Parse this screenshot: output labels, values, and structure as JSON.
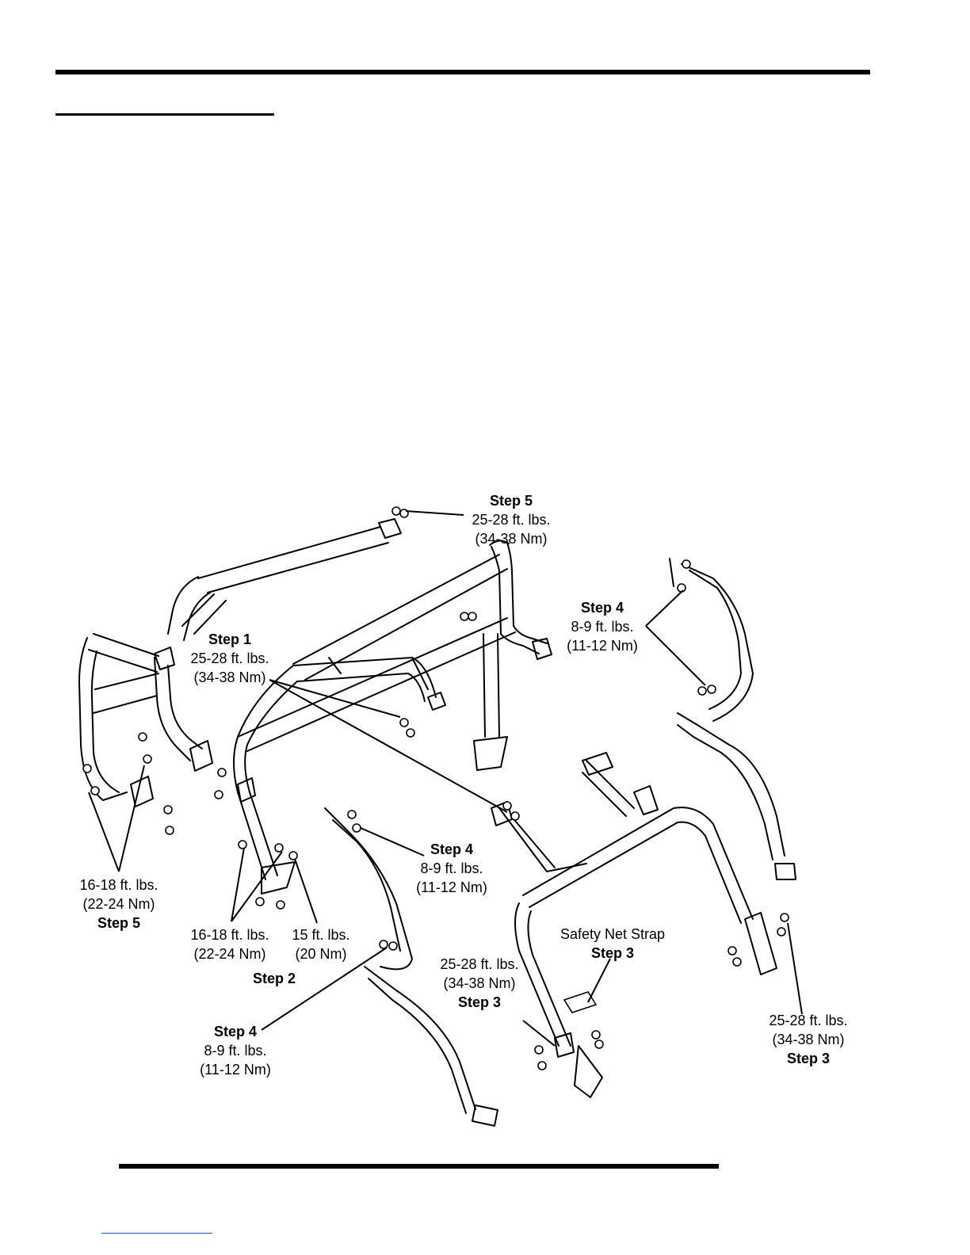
{
  "callouts": {
    "step5_top": {
      "step": "Step 5",
      "torque_ft": "25-28 ft. lbs.",
      "torque_nm": "(34-38 Nm)"
    },
    "step1": {
      "step": "Step 1",
      "torque_ft": "25-28 ft. lbs.",
      "torque_nm": "(34-38 Nm)"
    },
    "step4_upper_right": {
      "step": "Step 4",
      "torque_ft": "8-9 ft. lbs.",
      "torque_nm": "(11-12 Nm)"
    },
    "step4_middle": {
      "step": "Step 4",
      "torque_ft": "8-9 ft. lbs.",
      "torque_nm": "(11-12 Nm)"
    },
    "step4_lower_left": {
      "step": "Step 4",
      "torque_ft": "8-9 ft. lbs.",
      "torque_nm": "(11-12 Nm)"
    },
    "step5_left": {
      "torque_ft": "16-18 ft. lbs.",
      "torque_nm": "(22-24 Nm)",
      "step": "Step 5"
    },
    "step2_a": {
      "torque_ft": "16-18 ft. lbs.",
      "torque_nm": "(22-24 Nm)"
    },
    "step2_b": {
      "torque_ft": "15 ft. lbs.",
      "torque_nm": "(20 Nm)"
    },
    "step2_label": {
      "step": "Step 2"
    },
    "step3_center": {
      "torque_ft": "25-28 ft. lbs.",
      "torque_nm": "(34-38 Nm)",
      "step": "Step 3"
    },
    "safety_net": {
      "name": "Safety Net Strap",
      "step": "Step 3"
    },
    "step3_right": {
      "torque_ft": "25-28 ft. lbs.",
      "torque_nm": "(34-38 Nm)",
      "step": "Step 3"
    }
  }
}
